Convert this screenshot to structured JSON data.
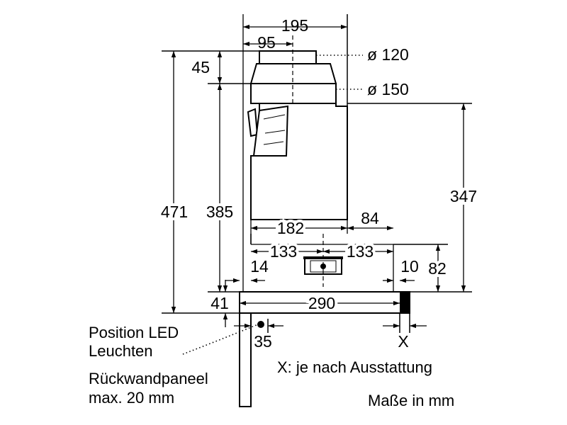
{
  "dimensions": {
    "d195": "195",
    "d95": "95",
    "d120": "ø 120",
    "d150": "ø 150",
    "d45": "45",
    "d471": "471",
    "d385": "385",
    "d347": "347",
    "d84": "84",
    "d182": "182",
    "d133_left": "133",
    "d133_right": "133",
    "d14": "14",
    "d10": "10",
    "d82": "82",
    "d41": "41",
    "d290": "290",
    "d35": "35",
    "dX": "X"
  },
  "notes": {
    "led_line1": "Position LED",
    "led_line2": "Leuchten",
    "panel_line1": "Rückwandpaneel",
    "panel_line2": "max. 20 mm",
    "x_note": "X: je nach Ausstattung",
    "units": "Maße in mm"
  }
}
